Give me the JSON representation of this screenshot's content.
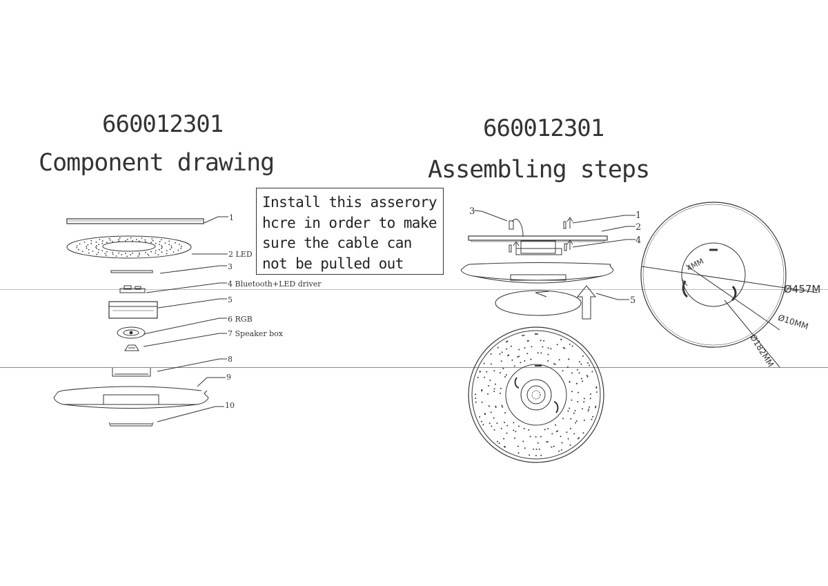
{
  "left": {
    "code": "660012301",
    "heading": "Component drawing",
    "parts": [
      {
        "num": "1",
        "desc": ""
      },
      {
        "num": "2",
        "desc": "LED"
      },
      {
        "num": "3",
        "desc": ""
      },
      {
        "num": "4",
        "desc": "Bluetooth+LED driver"
      },
      {
        "num": "5",
        "desc": ""
      },
      {
        "num": "6",
        "desc": "RGB"
      },
      {
        "num": "7",
        "desc": "Speaker box"
      },
      {
        "num": "8",
        "desc": ""
      },
      {
        "num": "9",
        "desc": ""
      },
      {
        "num": "10",
        "desc": ""
      }
    ]
  },
  "note": {
    "lines": [
      "Install this asserory",
      "hcre in order to make",
      "sure the cable can",
      "not be pulled out"
    ]
  },
  "right": {
    "code": "660012301",
    "heading": "Assembling steps",
    "callouts": [
      "1",
      "2",
      "3",
      "4",
      "5"
    ],
    "dimensions": {
      "diameter": "Ø457M",
      "hole": "Ø10MM",
      "bolt_circle": "Ø182MM",
      "slot": "4MM"
    }
  }
}
